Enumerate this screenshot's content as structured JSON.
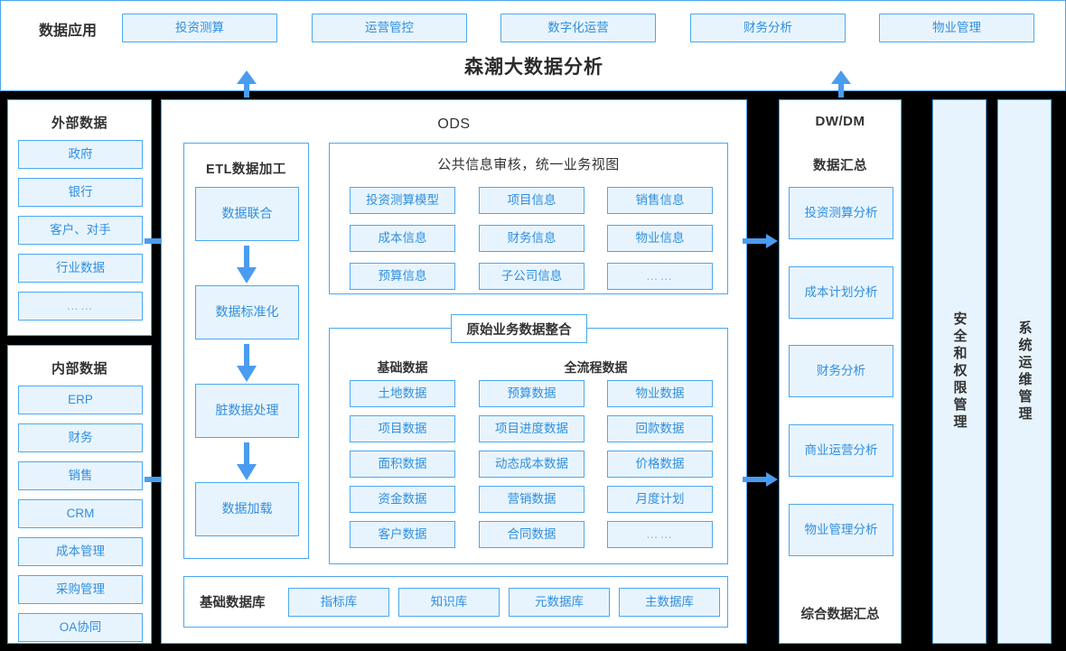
{
  "title": "森潮大数据分析",
  "colors": {
    "accent": "#4aa8f0",
    "chip_fill": "#e8f4fd",
    "chip_text": "#2f8fe0",
    "arrow": "#4a9cf0",
    "gutter": "#000000",
    "panel_bg": "#ffffff"
  },
  "top_bar": {
    "label": "数据应用",
    "apps": [
      {
        "label": "投资测算"
      },
      {
        "label": "运营管控"
      },
      {
        "label": "数字化运营"
      },
      {
        "label": "财务分析"
      },
      {
        "label": "物业管理"
      }
    ]
  },
  "sources": {
    "external": {
      "title": "外部数据",
      "items": [
        {
          "label": "政府"
        },
        {
          "label": "银行"
        },
        {
          "label": "客户、对手"
        },
        {
          "label": "行业数据"
        },
        {
          "label": "……",
          "dim": true
        }
      ]
    },
    "internal": {
      "title": "内部数据",
      "items": [
        {
          "label": "ERP"
        },
        {
          "label": "财务"
        },
        {
          "label": "销售"
        },
        {
          "label": "CRM"
        },
        {
          "label": "成本管理"
        },
        {
          "label": "采购管理"
        },
        {
          "label": "OA协同"
        }
      ]
    }
  },
  "ods": {
    "title": "ODS",
    "etl": {
      "title": "ETL数据加工",
      "steps": [
        {
          "label": "数据联合"
        },
        {
          "label": "数据标准化"
        },
        {
          "label": "脏数据处理"
        },
        {
          "label": "数据加载"
        }
      ]
    },
    "public_info": {
      "title": "公共信息审核，统一业务视图",
      "items": [
        {
          "label": "投资测算模型"
        },
        {
          "label": "项目信息"
        },
        {
          "label": "销售信息"
        },
        {
          "label": "成本信息"
        },
        {
          "label": "财务信息"
        },
        {
          "label": "物业信息"
        },
        {
          "label": "预算信息"
        },
        {
          "label": "子公司信息"
        },
        {
          "label": "……",
          "dim": true
        }
      ]
    },
    "raw_integration": {
      "tab_label": "原始业务数据整合",
      "basic_group_title": "基础数据",
      "full_group_title": "全流程数据",
      "basic_items": [
        {
          "label": "土地数据"
        },
        {
          "label": "项目数据"
        },
        {
          "label": "面积数据"
        },
        {
          "label": "资金数据"
        },
        {
          "label": "客户数据"
        }
      ],
      "full_items_col1": [
        {
          "label": "预算数据"
        },
        {
          "label": "项目进度数据"
        },
        {
          "label": "动态成本数据"
        },
        {
          "label": "营销数据"
        },
        {
          "label": "合同数据"
        }
      ],
      "full_items_col2": [
        {
          "label": "物业数据"
        },
        {
          "label": "回款数据"
        },
        {
          "label": "价格数据"
        },
        {
          "label": "月度计划"
        },
        {
          "label": "……",
          "dim": true
        }
      ]
    },
    "databases": {
      "label": "基础数据库",
      "items": [
        {
          "label": "指标库"
        },
        {
          "label": "知识库"
        },
        {
          "label": "元数据库"
        },
        {
          "label": "主数据库"
        }
      ]
    }
  },
  "dw_dm": {
    "title": "DW/DM",
    "subtitle": "数据汇总",
    "items": [
      {
        "label": "投资测算分析"
      },
      {
        "label": "成本计划分析"
      },
      {
        "label": "财务分析"
      },
      {
        "label": "商业运营分析"
      },
      {
        "label": "物业管理分析"
      }
    ],
    "footer": "综合数据汇总"
  },
  "side_bands": {
    "security": "安全和权限管理",
    "ops": "系统运维管理"
  }
}
